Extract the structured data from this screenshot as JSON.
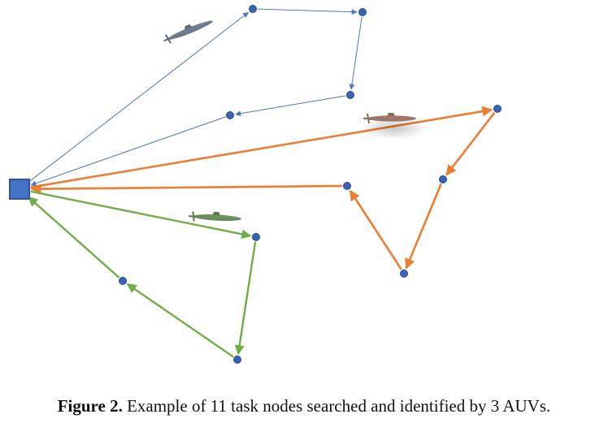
{
  "caption": {
    "label": "Figure 2.",
    "text": " Example of 11 task nodes searched and identified by 3 AUVs."
  },
  "colors": {
    "blue_route": "#4a78c8",
    "orange_route": "#ed7d31",
    "green_route": "#70ad47",
    "node_fill": "#3a63b4",
    "node_stroke": "#2a4a90",
    "base_fill": "#4472c4",
    "base_stroke": "#2f5597"
  },
  "diagram": {
    "base": {
      "name": "base-station"
    },
    "routes": [
      {
        "name": "blue-auv-route",
        "color_key": "blue_route",
        "vehicle_icon": "auv-icon",
        "stops": [
          "base",
          "n1",
          "n2",
          "n3",
          "n4",
          "base"
        ]
      },
      {
        "name": "orange-auv-route",
        "color_key": "orange_route",
        "vehicle_icon": "auv-icon",
        "stops": [
          "base",
          "n5",
          "n6",
          "n7",
          "n8",
          "base"
        ]
      },
      {
        "name": "green-auv-route",
        "color_key": "green_route",
        "vehicle_icon": "auv-icon",
        "stops": [
          "base",
          "n9",
          "n10",
          "n11",
          "base"
        ]
      }
    ]
  }
}
